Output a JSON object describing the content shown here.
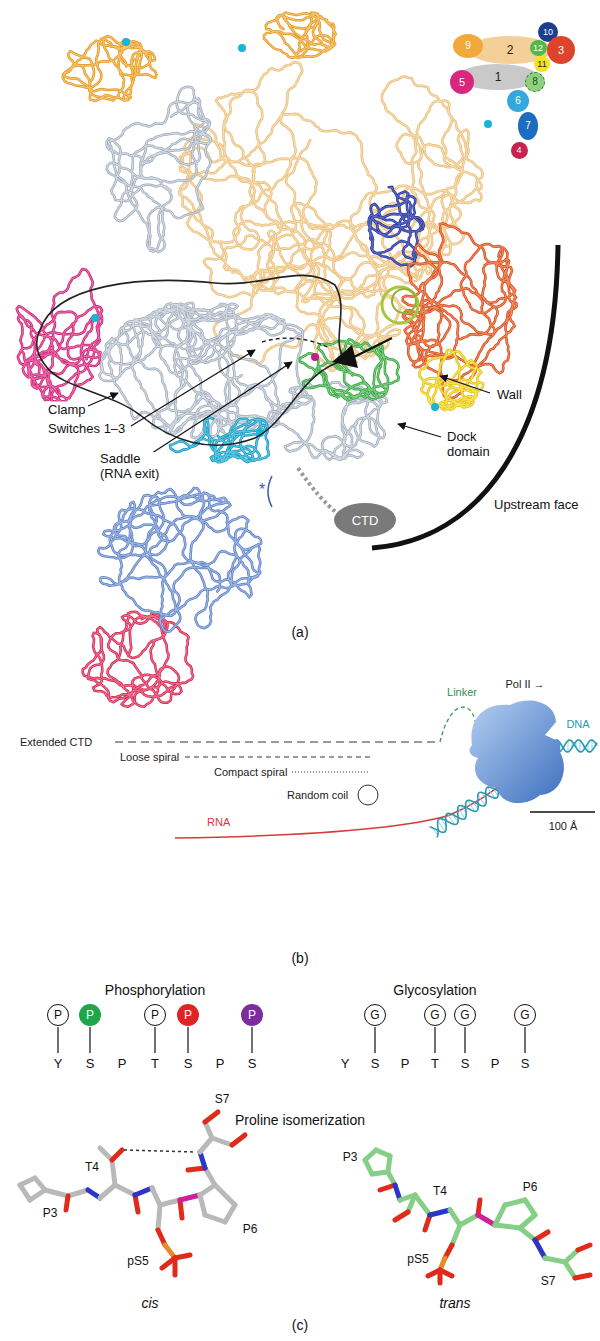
{
  "diagram": {
    "nodes": [
      {
        "text": [
          "9"
        ]
      },
      {
        "text": [
          "10"
        ]
      },
      {
        "text": [
          "2"
        ]
      },
      {
        "text": [
          "3"
        ]
      },
      {
        "text": [
          "12"
        ]
      },
      {
        "text": [
          "11"
        ]
      },
      {
        "text": [
          "5"
        ]
      },
      {
        "text": [
          "1"
        ]
      },
      {
        "text": [
          "8"
        ]
      },
      {
        "text": [
          "6"
        ]
      },
      {
        "text": [
          "7"
        ]
      },
      {
        "text": [
          "4"
        ]
      },
      {
        "text": [
          "CTD"
        ]
      },
      {
        "text": [
          "P"
        ]
      },
      {
        "text": [
          "P"
        ]
      },
      {
        "text": [
          "P"
        ]
      },
      {
        "text": [
          "P"
        ]
      },
      {
        "text": [
          "P"
        ]
      },
      {
        "text": [
          "G"
        ]
      },
      {
        "text": [
          "G"
        ]
      },
      {
        "text": [
          "G"
        ]
      },
      {
        "text": [
          "G"
        ]
      }
    ],
    "labels": [
      "Clamp",
      "Switches 1–3",
      "Saddle (RNA exit)",
      "Wall",
      "Dock domain",
      "*",
      "Upstream face",
      "(a)",
      "Extended CTD",
      "Linker",
      "Pol II →",
      "DNA",
      "Loose spiral",
      "Compact spiral",
      "Random coil",
      "RNA",
      "100 Å",
      "(b)",
      "Phosphorylation",
      "Glycosylation",
      "Y",
      "S",
      "P",
      "T",
      "S",
      "P",
      "S",
      "Y",
      "S",
      "P",
      "T",
      "S",
      "P",
      "S",
      "Proline isomerization",
      "T4",
      "S7",
      "P3",
      "P6",
      "pS5",
      "cis",
      "P3",
      "T4",
      "P6",
      "pS5",
      "S7",
      "trans",
      "(c)"
    ]
  }
}
